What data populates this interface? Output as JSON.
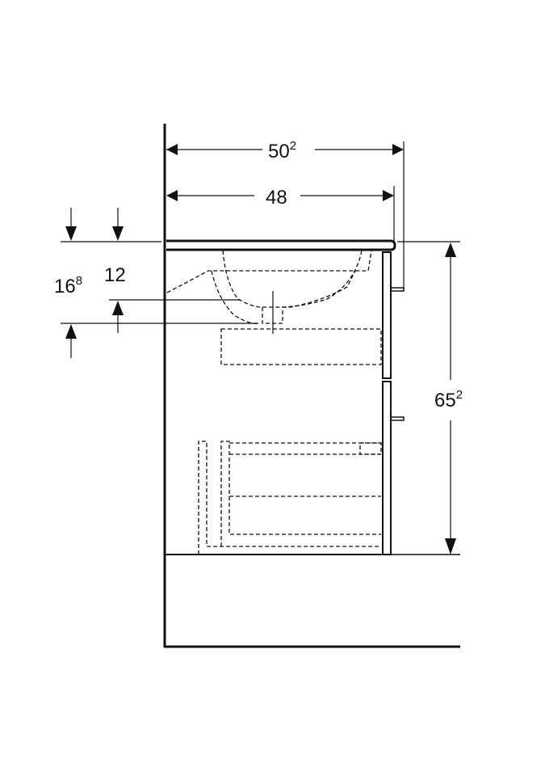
{
  "dimensions": {
    "overall_depth": {
      "main": "50",
      "sup": "2"
    },
    "cabinet_depth": {
      "main": "48"
    },
    "height": {
      "main": "65",
      "sup": "2"
    },
    "drain_offset_a": {
      "main": "16",
      "sup": "8"
    },
    "drain_offset_b": {
      "main": "12"
    }
  },
  "colors": {
    "line": "#111111"
  }
}
